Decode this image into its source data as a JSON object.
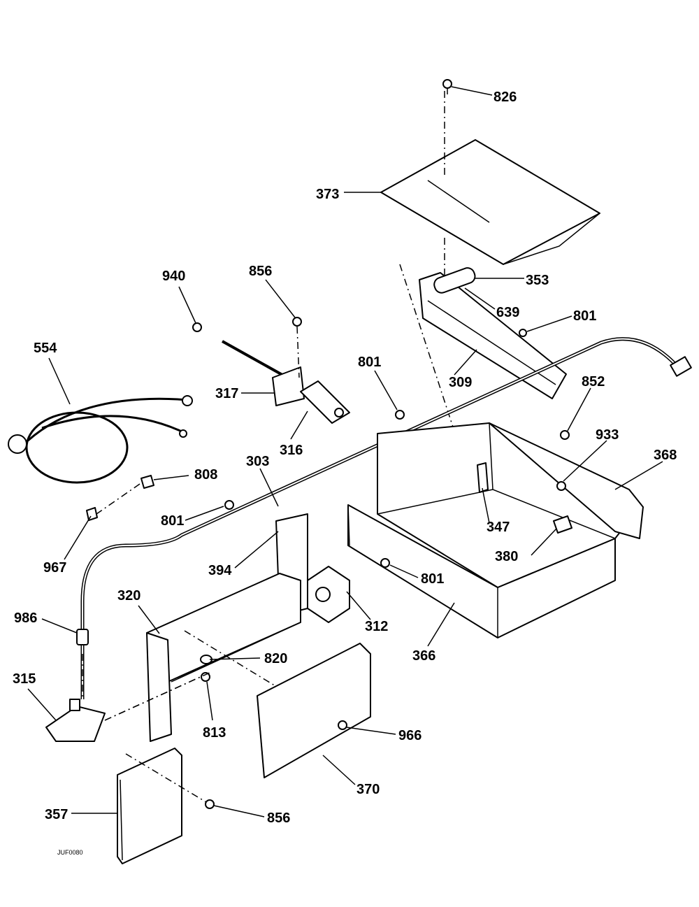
{
  "labels": {
    "l826": "826",
    "l373": "373",
    "l353": "353",
    "l639": "639",
    "l801a": "801",
    "l940": "940",
    "l856a": "856",
    "l554": "554",
    "l309": "309",
    "l852": "852",
    "l801b": "801",
    "l317": "317",
    "l933": "933",
    "l368": "368",
    "l316": "316",
    "l303": "303",
    "l808": "808",
    "l801c": "801",
    "l347": "347",
    "l394": "394",
    "l380": "380",
    "l967": "967",
    "l801d": "801",
    "l312": "312",
    "l320": "320",
    "l986": "986",
    "l366": "366",
    "l820": "820",
    "l315": "315",
    "l813": "813",
    "l966": "966",
    "l370": "370",
    "l357": "357",
    "l856b": "856"
  },
  "drawing_code": "JUF0080"
}
